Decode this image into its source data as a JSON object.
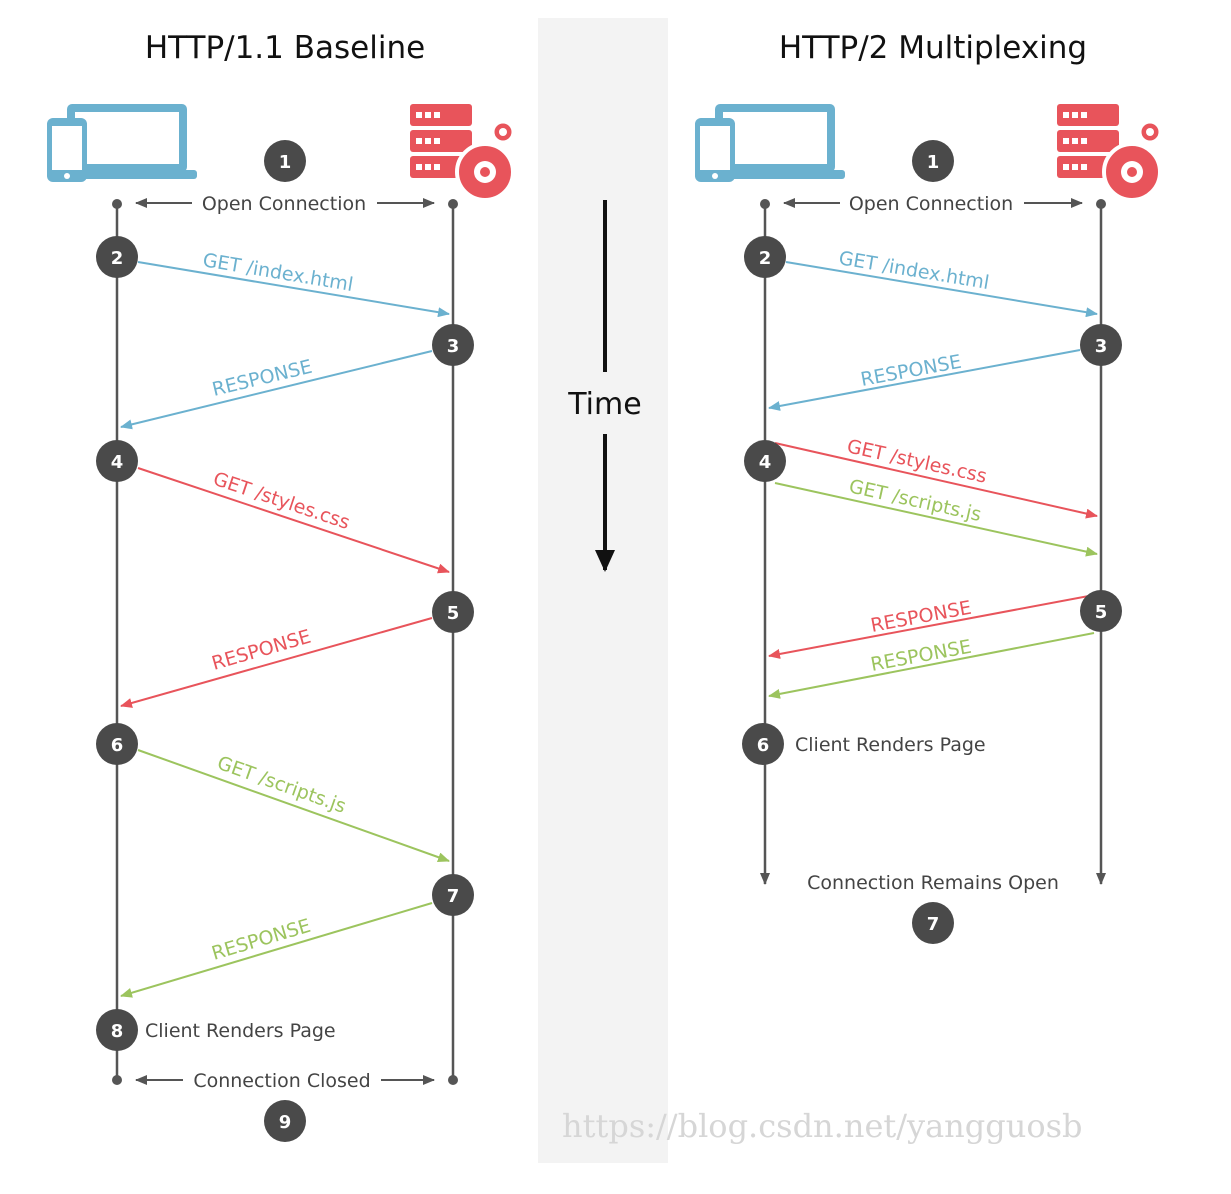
{
  "colors": {
    "blue": "#6bb1cf",
    "red": "#e8545b",
    "green": "#9cc45e",
    "grey_step": "#4a4a4a",
    "timeline": "#555555",
    "center_band": "#f3f3f3"
  },
  "icons": {
    "client": "laptop-and-phone-icon",
    "server": "server-with-gears-icon"
  },
  "left": {
    "title": "HTTP/1.1 Baseline",
    "steps": [
      "1",
      "2",
      "3",
      "4",
      "5",
      "6",
      "7",
      "8",
      "9"
    ],
    "open_connection": "Open Connection",
    "messages": [
      "GET /index.html",
      "RESPONSE",
      "GET /styles.css",
      "RESPONSE",
      "GET /scripts.js",
      "RESPONSE"
    ],
    "client_renders": "Client Renders Page",
    "connection_closed": "Connection Closed"
  },
  "middle": {
    "time_label": "Time"
  },
  "right": {
    "title": "HTTP/2 Multiplexing",
    "steps": [
      "1",
      "2",
      "3",
      "4",
      "5",
      "6",
      "7"
    ],
    "open_connection": "Open Connection",
    "messages": [
      "GET /index.html",
      "RESPONSE",
      "GET /styles.css",
      "GET /scripts.js",
      "RESPONSE",
      "RESPONSE"
    ],
    "client_renders": "Client Renders Page",
    "connection_open": "Connection Remains Open"
  },
  "watermark": "https://blog.csdn.net/yangguosb"
}
